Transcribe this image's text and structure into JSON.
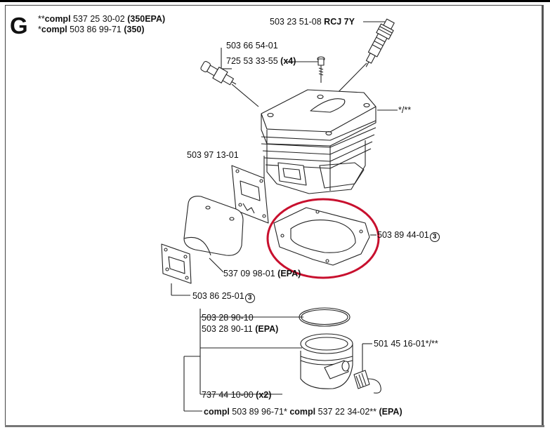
{
  "group_letter": "G",
  "header": {
    "line1_prefix": "**",
    "line1_compl": "compl",
    "line1_num": "537 25 30-02",
    "line1_variant": "(350EPA)",
    "line2_prefix": "*",
    "line2_compl": "compl",
    "line2_num": "503 86 99-71",
    "line2_variant": "(350)"
  },
  "parts": {
    "spark_plug_num": "503 23 51-08",
    "spark_plug_type": "RCJ 7Y",
    "valve_num": "503 66 54-01",
    "screw_num": "725 53 33-55",
    "screw_qty": "(x4)",
    "cylinder_ref": "*/**",
    "gasket_intake_num": "503 97 13-01",
    "base_gasket_num": "503 89 44-01",
    "base_gasket_circle": "3",
    "muffler_cover_num": "537 09 98-01",
    "muffler_cover_variant": "(EPA)",
    "exhaust_gasket_num": "503 86 25-01",
    "exhaust_gasket_circle": "3",
    "ring_num_1": "503 28 90-10",
    "ring_num_2": "503 28 90-11",
    "ring_variant_2": "(EPA)",
    "bearing_num": "501 45 16-01*/**",
    "circlip_num": "737 44 10-00",
    "circlip_qty": "(x2)",
    "piston_compl_1": "compl",
    "piston_num_1": "503 89 96-71*",
    "piston_compl_2": "compl",
    "piston_num_2": "537 22 34-02**",
    "piston_variant": "(EPA)"
  },
  "highlight_color": "#c8102e"
}
